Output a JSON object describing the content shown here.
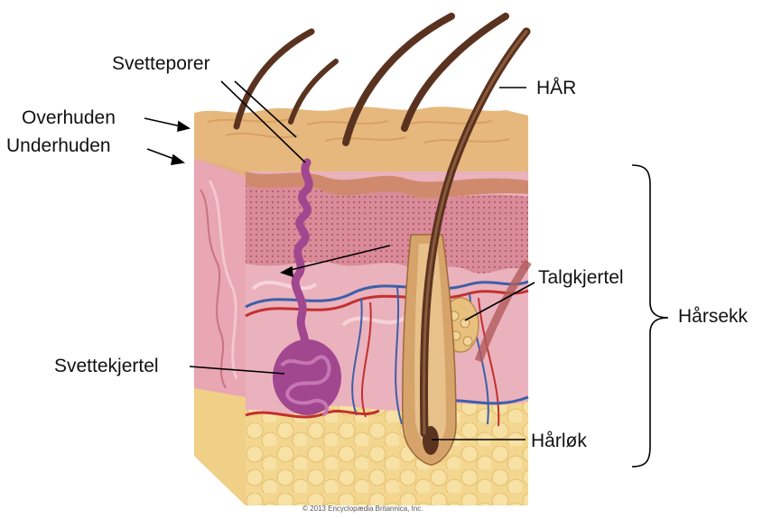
{
  "labels": {
    "svetteporer": "Svetteporer",
    "har": "HÅR",
    "overhuden": "Overhuden",
    "underhuden": "Underhuden",
    "talgkjertel": "Talgkjertel",
    "harsekk": "Hårsekk",
    "svettekjertel": "Svettekjertel",
    "harlok": "Hårløk"
  },
  "credit": "© 2013 Encyclopædia Britannica, Inc.",
  "colors": {
    "epidermis": "#e9b97c",
    "dermis": "#e7a9b4",
    "dermis_dark": "#c97383",
    "fat": "#f2d48a",
    "hair": "#5a3320",
    "sweat_gland": "#a1478f",
    "vein": "#3d5fa8",
    "artery": "#c2302e"
  }
}
